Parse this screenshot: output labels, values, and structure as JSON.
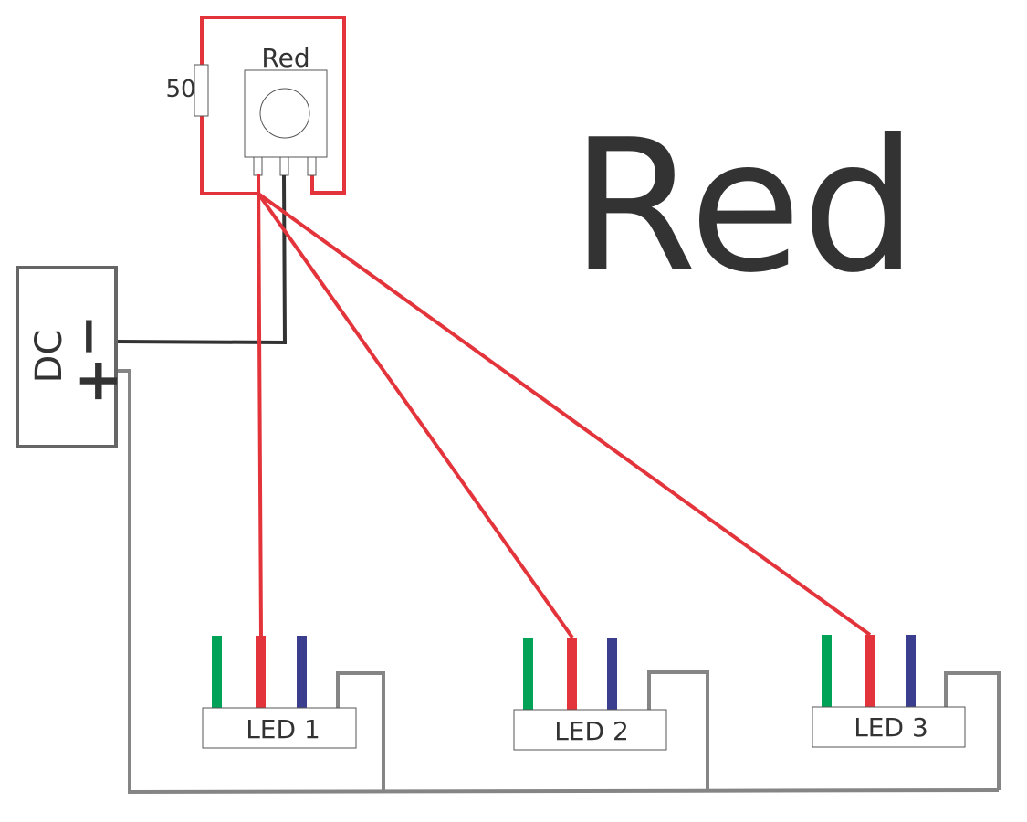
{
  "title": "Red",
  "pot": {
    "label": "Red"
  },
  "resistor": {
    "label": "50"
  },
  "power": {
    "label": "DC",
    "minus": "−",
    "plus": "+"
  },
  "leds": [
    {
      "label": "LED 1"
    },
    {
      "label": "LED 2"
    },
    {
      "label": "LED 3"
    }
  ],
  "colors": {
    "red_wire": "#e3343b",
    "black_wire": "#333333",
    "gray_wire": "#858585",
    "pin_green": "#00a258",
    "pin_red": "#e3343b",
    "pin_blue": "#3b3e8f"
  }
}
